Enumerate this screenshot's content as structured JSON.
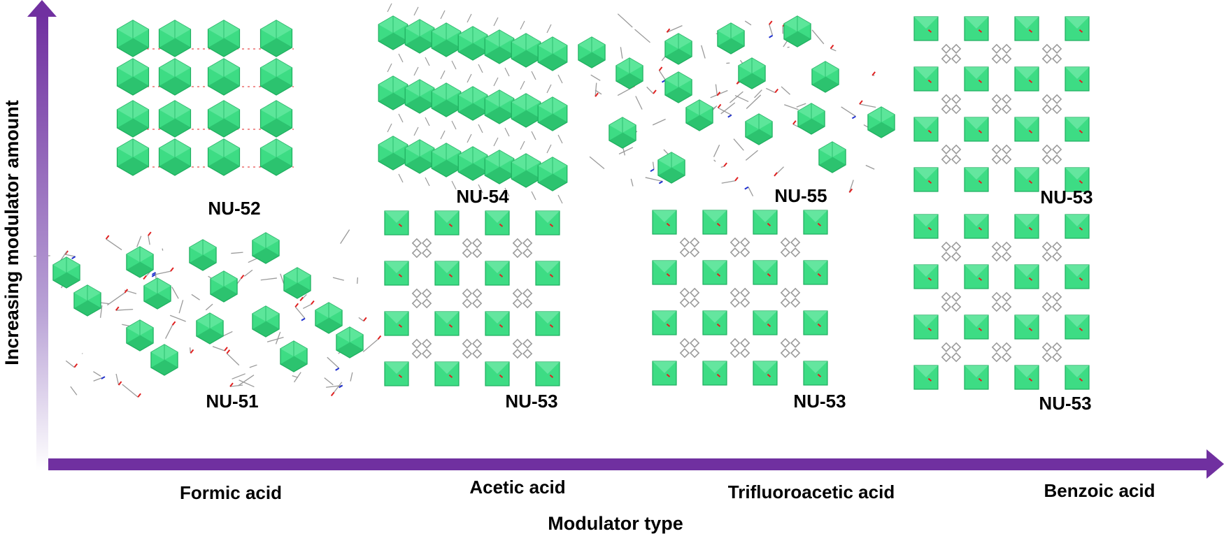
{
  "axes": {
    "x_title": "Modulator type",
    "y_title": "Increasing modulator amount",
    "color": "#7030a0"
  },
  "modulators": [
    "Formic acid",
    "Acetic acid",
    "Trifluoroacetic acid",
    "Benzoic acid"
  ],
  "structures": {
    "nu52": "NU-52",
    "nu54": "NU-54",
    "nu55": "NU-55",
    "nu53_top": "NU-53",
    "nu51": "NU-51",
    "nu53_acetic": "NU-53",
    "nu53_tfa": "NU-53",
    "nu53_benzoic": "NU-53"
  },
  "colors": {
    "polyhedron": "#3ddc84",
    "polyhedron_dark": "#1fae5f",
    "linker": "#9a9a9a",
    "oxygen": "#e02020",
    "nitrogen": "#2030d0"
  }
}
